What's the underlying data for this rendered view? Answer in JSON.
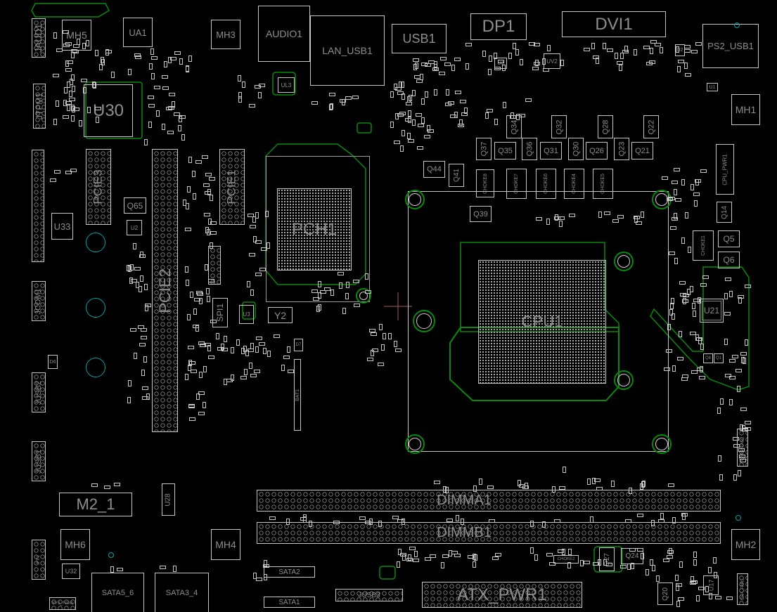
{
  "board": {
    "outline_color": "#c8c8c8",
    "copper_color": "#0a8a0a",
    "marker_color": "#0aa0a0",
    "background": "#000000"
  },
  "labels": {
    "mh5": "MH5",
    "ua1": "UA1",
    "mh3": "MH3",
    "audio1": "AUDIO1",
    "lan_usb1": "LAN_USB1",
    "usb1": "USB1",
    "dp1": "DP1",
    "dvi1": "DVI1",
    "ps2_usb1": "PS2_USB1",
    "mh1": "MH1",
    "jaud1": "JAUD1",
    "jtpm1": "JTPM1",
    "u30": "U30",
    "u33": "U33",
    "jcom1": "JCOM1",
    "jusb2": "JUSB2",
    "jusb1": "JUSB1",
    "q65": "Q65",
    "u2": "U2",
    "pcie3": "PCIE3",
    "pcie2": "PCIE2",
    "pcie1": "PCIE1",
    "pch1": "PCH1",
    "ul3": "UL3",
    "u8": "U8",
    "uv2": "UV2",
    "spi1": "SPI1",
    "u3": "U3",
    "y2": "Y2",
    "bat1": "BAT1",
    "d7": "D7",
    "d6": "D6",
    "q34": "Q34",
    "q32": "Q32",
    "q28": "Q28",
    "q22": "Q22",
    "q37": "Q37",
    "q35": "Q35",
    "q36": "Q36",
    "q31": "Q31",
    "q30": "Q30",
    "q26": "Q26",
    "q23": "Q23",
    "q21": "Q21",
    "q44": "Q44",
    "q41": "Q41",
    "q39": "Q39",
    "choke8": "CHOKE8",
    "choke7": "CHOKE7",
    "choke6": "CHOKE6",
    "choke4": "CHOKE4",
    "choke5": "CHOKE5",
    "cpu_pwr1": "CPU_PWR1",
    "u1": "U1",
    "d2": "D2",
    "q14": "Q14",
    "q5": "Q5",
    "q6": "Q6",
    "choke1": "CHOKE1",
    "u21": "U21",
    "cpu1": "CPU1",
    "q8": "Q8",
    "q1": "Q1",
    "m2_1": "M2_1",
    "u28": "U28",
    "mh6": "MH6",
    "u32": "U32",
    "mh4": "MH4",
    "sata5_6": "SATA5_6",
    "sata3_4": "SATA3_4",
    "sata2": "SATA2",
    "sata1": "SATA1",
    "jusb3": "JUSB3",
    "dimma1": "DIMMA1",
    "dimmb1": "DIMMB1",
    "atx_pwr1": "ATX_PWR1",
    "choke2": "CHOKE2",
    "q27": "Q27",
    "q24": "Q24",
    "q20": "Q20",
    "u17": "U17",
    "mh2": "MH2",
    "cha_fan1": "CHA_FAN1",
    "sys_fan1": "SYS_FAN1",
    "cpu_fan1": "CPU_FAN1",
    "jfp1": "JFP1"
  }
}
